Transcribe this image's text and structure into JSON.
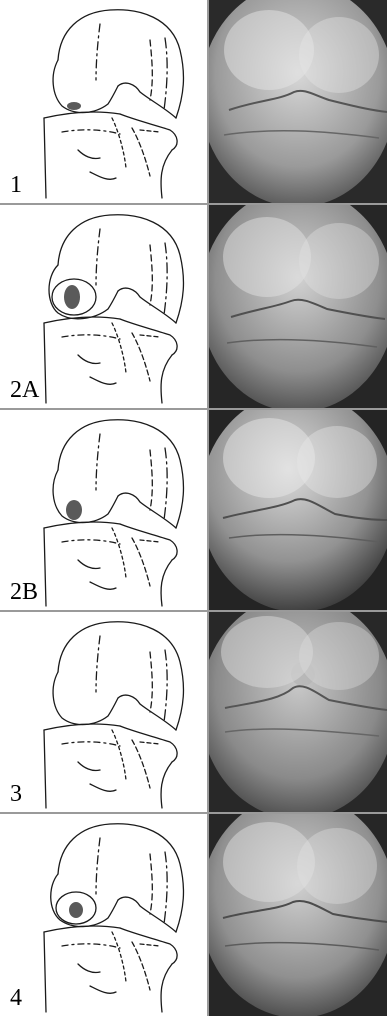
{
  "panels": [
    {
      "label": "1",
      "lesion": "small"
    },
    {
      "label": "2A",
      "lesion": "large"
    },
    {
      "label": "2B",
      "lesion": "medium"
    },
    {
      "label": "3",
      "lesion": "none"
    },
    {
      "label": "4",
      "lesion": "medium"
    }
  ],
  "colors": {
    "line": "#1a1a1a",
    "lesion": "#5a5a5a",
    "separator": "#9a9a9a"
  }
}
